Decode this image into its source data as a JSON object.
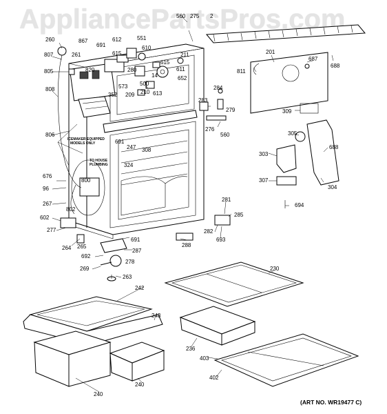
{
  "watermark": "AppliancePartsPros.com",
  "art_number": "(ART NO. WR19477 C)",
  "notes": {
    "icemaker_line1": "ICEMAKER EQUIPPED",
    "icemaker_line2": "MODELS ONLY",
    "house_line1": "TO HOUSE",
    "house_line2": "PLUMBING"
  },
  "callouts": [
    {
      "id": "560a",
      "label": "560"
    },
    {
      "id": "275",
      "label": "275"
    },
    {
      "id": "2x2",
      "label": "2"
    },
    {
      "id": "260",
      "label": "260"
    },
    {
      "id": "867",
      "label": "867"
    },
    {
      "id": "612",
      "label": "612"
    },
    {
      "id": "691a",
      "label": "691"
    },
    {
      "id": "551",
      "label": "551"
    },
    {
      "id": "615a",
      "label": "615"
    },
    {
      "id": "610",
      "label": "610"
    },
    {
      "id": "211",
      "label": "211"
    },
    {
      "id": "807",
      "label": "807"
    },
    {
      "id": "261",
      "label": "261"
    },
    {
      "id": "615b",
      "label": "615"
    },
    {
      "id": "611",
      "label": "611"
    },
    {
      "id": "820",
      "label": "820"
    },
    {
      "id": "280",
      "label": "280"
    },
    {
      "id": "14",
      "label": "14"
    },
    {
      "id": "652",
      "label": "652"
    },
    {
      "id": "805",
      "label": "805"
    },
    {
      "id": "500",
      "label": "500"
    },
    {
      "id": "573",
      "label": "573"
    },
    {
      "id": "613",
      "label": "613"
    },
    {
      "id": "352",
      "label": "352"
    },
    {
      "id": "209",
      "label": "209"
    },
    {
      "id": "210",
      "label": "210"
    },
    {
      "id": "808",
      "label": "808"
    },
    {
      "id": "806",
      "label": "806"
    },
    {
      "id": "691b",
      "label": "691"
    },
    {
      "id": "247",
      "label": "247"
    },
    {
      "id": "308",
      "label": "308"
    },
    {
      "id": "324",
      "label": "324"
    },
    {
      "id": "676",
      "label": "676"
    },
    {
      "id": "96",
      "label": "96"
    },
    {
      "id": "800",
      "label": "800"
    },
    {
      "id": "267",
      "label": "267"
    },
    {
      "id": "802",
      "label": "802"
    },
    {
      "id": "602",
      "label": "602"
    },
    {
      "id": "277",
      "label": "277"
    },
    {
      "id": "264",
      "label": "264"
    },
    {
      "id": "265",
      "label": "265"
    },
    {
      "id": "691c",
      "label": "691"
    },
    {
      "id": "287",
      "label": "287"
    },
    {
      "id": "692",
      "label": "692"
    },
    {
      "id": "278",
      "label": "278"
    },
    {
      "id": "269",
      "label": "269"
    },
    {
      "id": "263",
      "label": "263"
    },
    {
      "id": "288",
      "label": "288"
    },
    {
      "id": "201",
      "label": "201"
    },
    {
      "id": "811",
      "label": "811"
    },
    {
      "id": "687",
      "label": "687"
    },
    {
      "id": "688a",
      "label": "688"
    },
    {
      "id": "284",
      "label": "284"
    },
    {
      "id": "283",
      "label": "283"
    },
    {
      "id": "279",
      "label": "279"
    },
    {
      "id": "276",
      "label": "276"
    },
    {
      "id": "560b",
      "label": "560"
    },
    {
      "id": "309",
      "label": "309"
    },
    {
      "id": "305",
      "label": "305"
    },
    {
      "id": "303",
      "label": "303"
    },
    {
      "id": "688b",
      "label": "688"
    },
    {
      "id": "307",
      "label": "307"
    },
    {
      "id": "304",
      "label": "304"
    },
    {
      "id": "694",
      "label": "694"
    },
    {
      "id": "281",
      "label": "281"
    },
    {
      "id": "285",
      "label": "285"
    },
    {
      "id": "282",
      "label": "282"
    },
    {
      "id": "693",
      "label": "693"
    },
    {
      "id": "230",
      "label": "230"
    },
    {
      "id": "242",
      "label": "242"
    },
    {
      "id": "243",
      "label": "243"
    },
    {
      "id": "236",
      "label": "236"
    },
    {
      "id": "403",
      "label": "403"
    },
    {
      "id": "402",
      "label": "402"
    },
    {
      "id": "240a",
      "label": "240"
    },
    {
      "id": "240b",
      "label": "240"
    }
  ]
}
